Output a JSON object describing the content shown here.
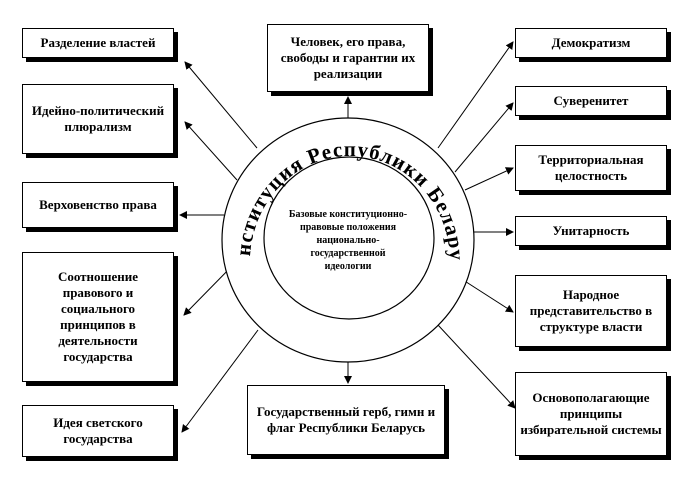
{
  "diagram": {
    "ring_title": "Конституция Республики Беларусь",
    "center_text": "Базовые конституционно-правовые положения национально-государственной идеологии",
    "boxes": {
      "razdelenie": "Разделение властей",
      "ideyno": "Идейно-политический плюрализм",
      "verkhovenstvo": "Верховенство права",
      "sootnoshenie": "Соотношение правового и социального принципов в деятельности государства",
      "svetskoe": "Идея светского государства",
      "chelovek": "Человек, его права, свободы и гарантии их реализации",
      "gerb": "Государственный герб, гимн и флаг Республики Беларусь",
      "demokratizm": "Демократизм",
      "suverenitet": "Суверенитет",
      "territorial": "Территориальная целостность",
      "unitarnost": "Унитарность",
      "narodnoe": "Народное представительство в структуре власти",
      "osnovopolag": "Основополагающие принципы избирательной системы"
    }
  }
}
